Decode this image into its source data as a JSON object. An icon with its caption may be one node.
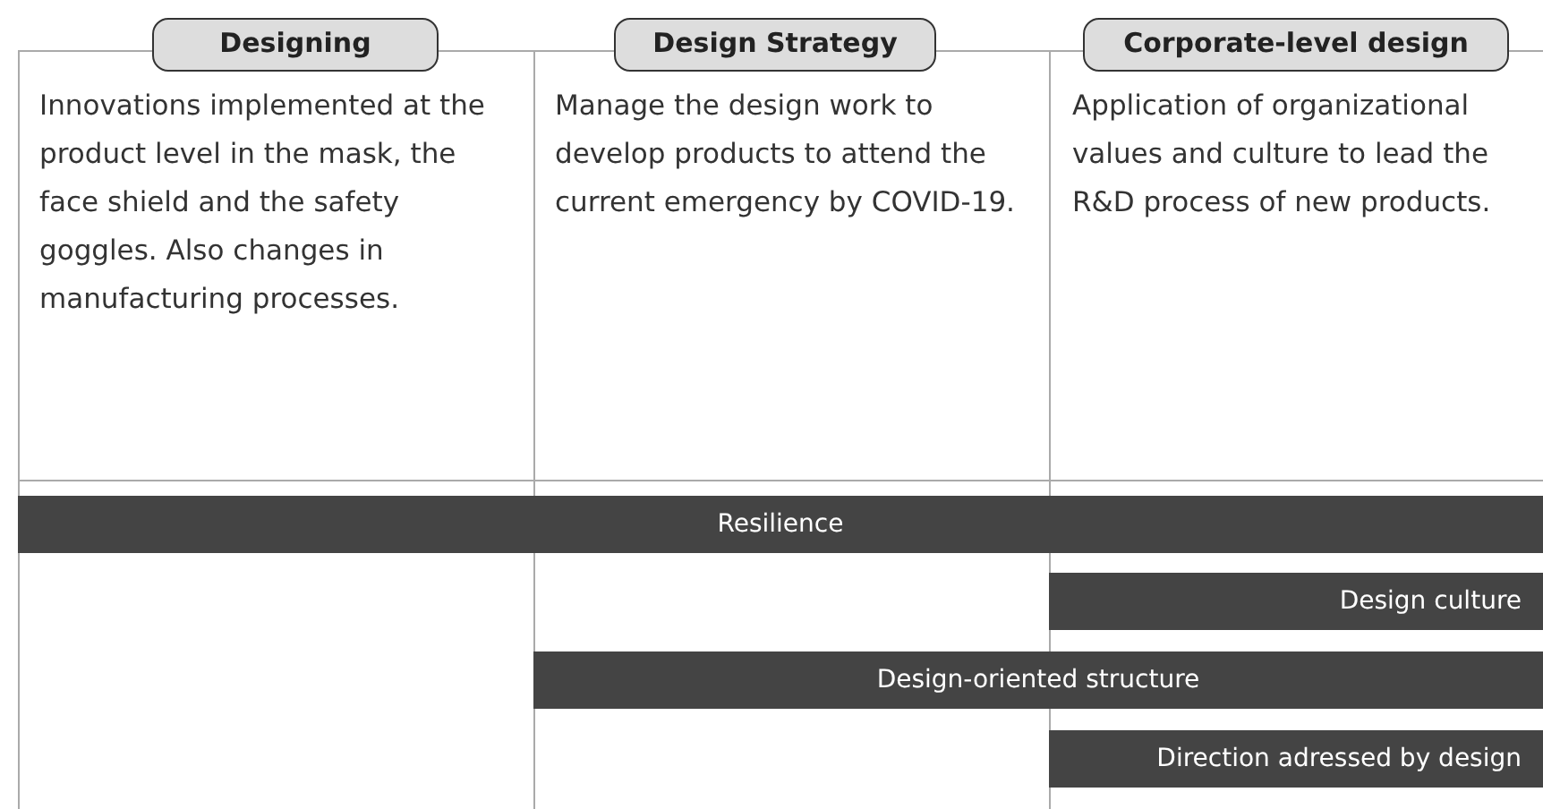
{
  "diagram": {
    "nodes": [
      {
        "text": [
          "Designing",
          "Innovations implemented at the product level in the mask, the face shield and the safety goggles. Also changes in manufacturing processes."
        ]
      },
      {
        "text": [
          "Design Strategy",
          "Manage the design work to develop products to attend the current emergency by COVID-19."
        ]
      },
      {
        "text": [
          "Corporate-level design",
          "Application of organizational values and culture to lead the R&D process of new products."
        ]
      },
      {
        "text": [
          "Resilience"
        ]
      },
      {
        "text": [
          "Design culture"
        ]
      },
      {
        "text": [
          "Design-oriented structure"
        ]
      },
      {
        "text": [
          "Direction adressed by design"
        ]
      }
    ],
    "edges": []
  }
}
